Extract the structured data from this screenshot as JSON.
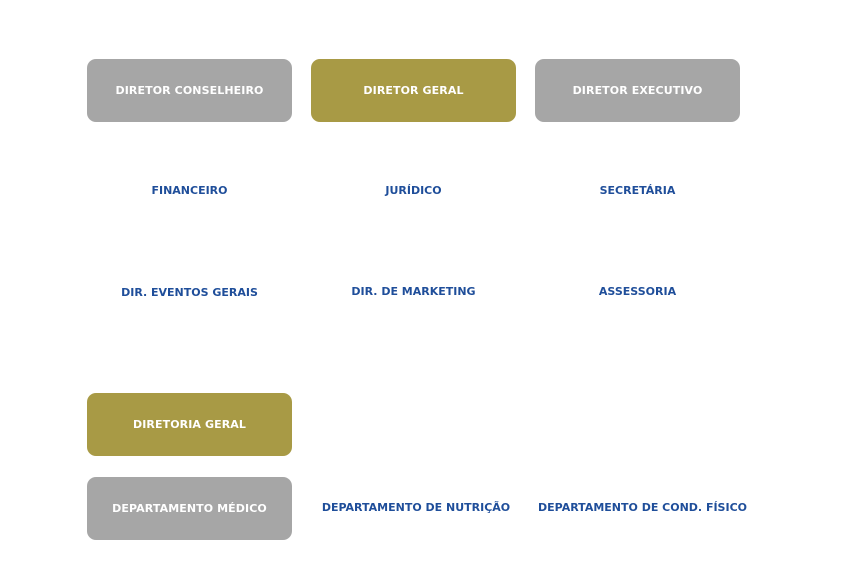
{
  "top_row": {
    "left": "DIRETOR CONSELHEIRO",
    "center": "DIRETOR GERAL",
    "right": "DIRETOR EXECUTIVO"
  },
  "second_row": {
    "left": "FINANCEIRO",
    "center": "JURÍDICO",
    "right": "SECRETÁRIA"
  },
  "third_row": {
    "left": "DIR. EVENTOS GERAIS",
    "center": "DIR. DE MARKETING",
    "right": "ASSESSORIA"
  },
  "fourth_row": {
    "left": "DIRETORIA GERAL"
  },
  "bottom_row": {
    "left": "DEPARTAMENTO MÉDICO",
    "center": "DEPARTAMENTO DE NUTRIÇÃO",
    "right": "DEPARTAMENTO DE COND. FÍSICO"
  },
  "colors": {
    "gray_box": "#a6a6a6",
    "gold_box": "#a89a45",
    "label_blue": "#1f4e9a",
    "box_text": "#ffffff"
  }
}
